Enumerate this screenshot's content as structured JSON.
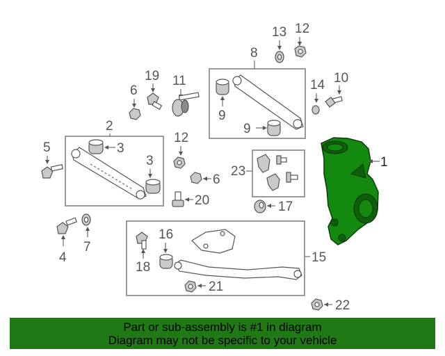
{
  "colors": {
    "highlight_green": "#138a0f",
    "banner_green": "#1f7a16",
    "line_gray": "#777777",
    "label_gray": "#555555"
  },
  "callouts": [
    "1",
    "2",
    "3",
    "3",
    "4",
    "5",
    "6",
    "6",
    "7",
    "8",
    "9",
    "9",
    "10",
    "11",
    "12",
    "12",
    "13",
    "14",
    "15",
    "16",
    "17",
    "18",
    "19",
    "20",
    "21",
    "22",
    "23"
  ],
  "banner": {
    "line1": "Part or sub-assembly is #1 in diagram",
    "line2": "Diagram may not be specific to your vehicle"
  }
}
